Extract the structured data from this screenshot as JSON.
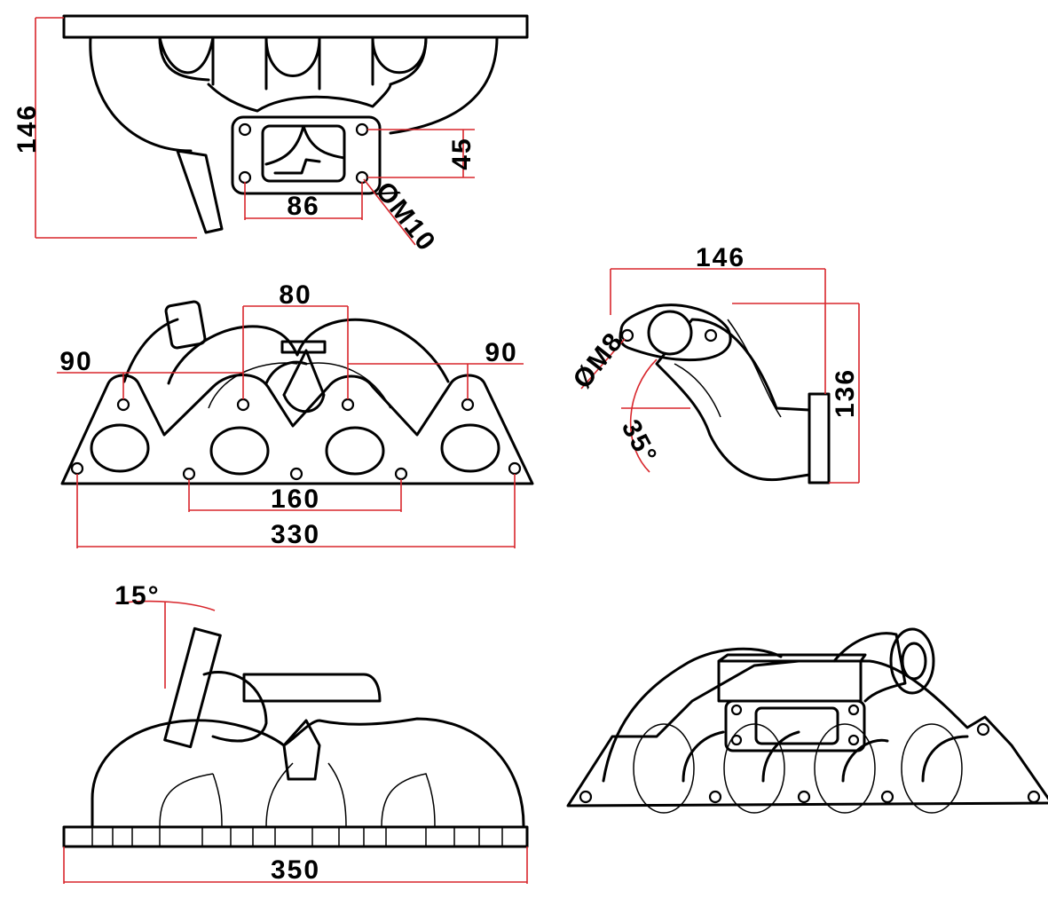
{
  "dimensions": {
    "top_height": "146",
    "top_flange_height": "45",
    "top_flange_width": "86",
    "top_bolt": "ØM10",
    "front_center": "80",
    "front_left": "90",
    "front_right": "90",
    "front_inner_span": "160",
    "front_outer_span": "330",
    "side_width": "146",
    "side_bolt": "ØM8",
    "side_angle": "35°",
    "side_height": "136",
    "bottom_angle": "15°",
    "bottom_length": "350"
  },
  "colors": {
    "outline": "#000000",
    "dimension_line": "#d8262c",
    "background": "#ffffff"
  }
}
